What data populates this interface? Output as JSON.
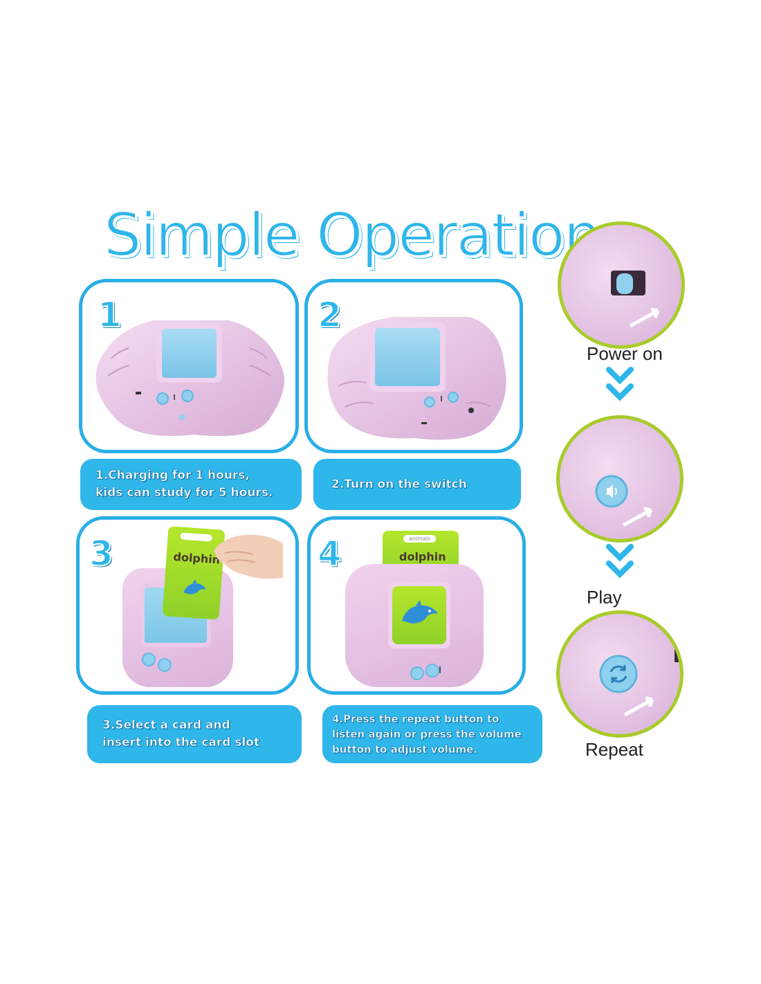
{
  "title": "Simple Operation",
  "colors": {
    "accent": "#2fb6ea",
    "ring": "#a8cc2a",
    "device": "#e6c3e4",
    "screen": "#8fd0ef",
    "card": "#a6dd2b"
  },
  "steps": [
    {
      "number": "1",
      "caption": "1.Charging for 1 hours,\nkids can study for 5 hours."
    },
    {
      "number": "2",
      "caption": "2.Turn on the switch"
    },
    {
      "number": "3",
      "caption": "3.Select a card and\ninsert into the card slot",
      "card_word": "dolphin"
    },
    {
      "number": "4",
      "caption": "4.Press the repeat button to\nlisten again or press the volume\nbutton to adjust volume.",
      "card_word": "dolphin",
      "card_tag": "animals"
    }
  ],
  "side_steps": [
    {
      "label": "Power on",
      "icon": "power-switch-icon"
    },
    {
      "label": "Play",
      "icon": "volume-button-icon"
    },
    {
      "label": "Repeat",
      "icon": "repeat-button-icon"
    }
  ]
}
